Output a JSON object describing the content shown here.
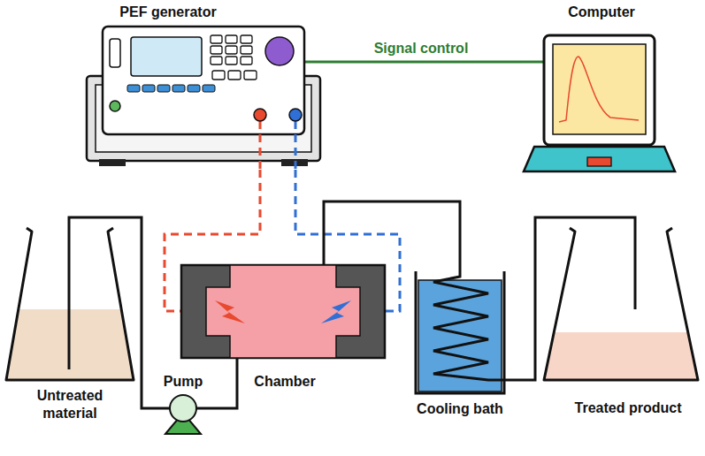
{
  "diagram": {
    "nodes": [
      {
        "text": [
          "PEF generator"
        ]
      },
      {
        "text": [
          "Computer"
        ]
      },
      {
        "text": [
          "Untreated material"
        ]
      },
      {
        "text": [
          "Pump"
        ]
      },
      {
        "text": [
          "Chamber"
        ]
      },
      {
        "text": [
          "Cooling bath"
        ]
      },
      {
        "text": [
          "Treated product"
        ]
      }
    ],
    "edges": [
      {
        "from": 0,
        "to": 1,
        "label": "Signal control",
        "arrow": "none"
      },
      {
        "from": 0,
        "to": 4,
        "arrow": "none"
      },
      {
        "from": 0,
        "to": 4,
        "arrow": "none"
      },
      {
        "from": 2,
        "to": 3,
        "arrow": "none"
      },
      {
        "from": 3,
        "to": 4,
        "arrow": "none"
      },
      {
        "from": 4,
        "to": 5,
        "arrow": "none"
      },
      {
        "from": 5,
        "to": 6,
        "arrow": "none"
      }
    ]
  }
}
